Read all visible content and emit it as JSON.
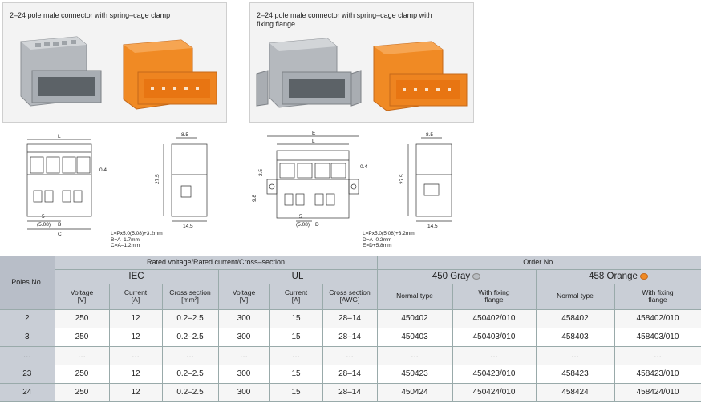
{
  "panels": [
    {
      "caption": "2–24 pole male connector with spring–cage clamp"
    },
    {
      "caption": "2–24 pole male connector with spring–cage clamp with\nfixing flange"
    }
  ],
  "drawing1": {
    "labels": {
      "L": "L",
      "h": "8.5",
      "side": "0.4",
      "height": "27.5",
      "w": "14.5",
      "p5": "5",
      "p508": "(5.08)",
      "B": "B",
      "C": "C"
    },
    "note": "L=Px5.0(5.08)+3.2mm\nB=A–1.7mm\nC=A–1.2mm"
  },
  "drawing2": {
    "labels": {
      "E": "E",
      "L": "L",
      "h": "8.5",
      "side": "0.4",
      "height": "27.5",
      "w": "14.5",
      "v25": "2.5",
      "v98": "9.8",
      "p5": "5",
      "p508": "(5.08)",
      "D": "D"
    },
    "note": "L=Px5.0(5.08)+3.2mm\nD=A–0.2mm\nE=D+5.8mm"
  },
  "colors": {
    "gray": "#b9bdc2",
    "orange": "#f08a24"
  },
  "table": {
    "poles_label": "Poles No.",
    "rated_label": "Rated voltage/Rated current/Cross–section",
    "order_label": "Order No.",
    "iec": "IEC",
    "ul": "UL",
    "gray_label": "450 Gray",
    "orange_label": "458 Orange",
    "cols": [
      "Voltage\n[V]",
      "Current\n[A]",
      "Cross section\n[mm²]",
      "Voltage\n[V]",
      "Current\n[A]",
      "Cross section\n[AWG]",
      "Normal type",
      "With fixing\nflange",
      "Normal type",
      "With fixing\nflange"
    ],
    "rows": [
      [
        "2",
        "250",
        "12",
        "0.2–2.5",
        "300",
        "15",
        "28–14",
        "450402",
        "450402/010",
        "458402",
        "458402/010"
      ],
      [
        "3",
        "250",
        "12",
        "0.2–2.5",
        "300",
        "15",
        "28–14",
        "450403",
        "450403/010",
        "458403",
        "458403/010"
      ],
      [
        "…",
        "…",
        "…",
        "…",
        "…",
        "…",
        "…",
        "…",
        "…",
        "…",
        "…"
      ],
      [
        "23",
        "250",
        "12",
        "0.2–2.5",
        "300",
        "15",
        "28–14",
        "450423",
        "450423/010",
        "458423",
        "458423/010"
      ],
      [
        "24",
        "250",
        "12",
        "0.2–2.5",
        "300",
        "15",
        "28–14",
        "450424",
        "450424/010",
        "458424",
        "458424/010"
      ]
    ]
  }
}
